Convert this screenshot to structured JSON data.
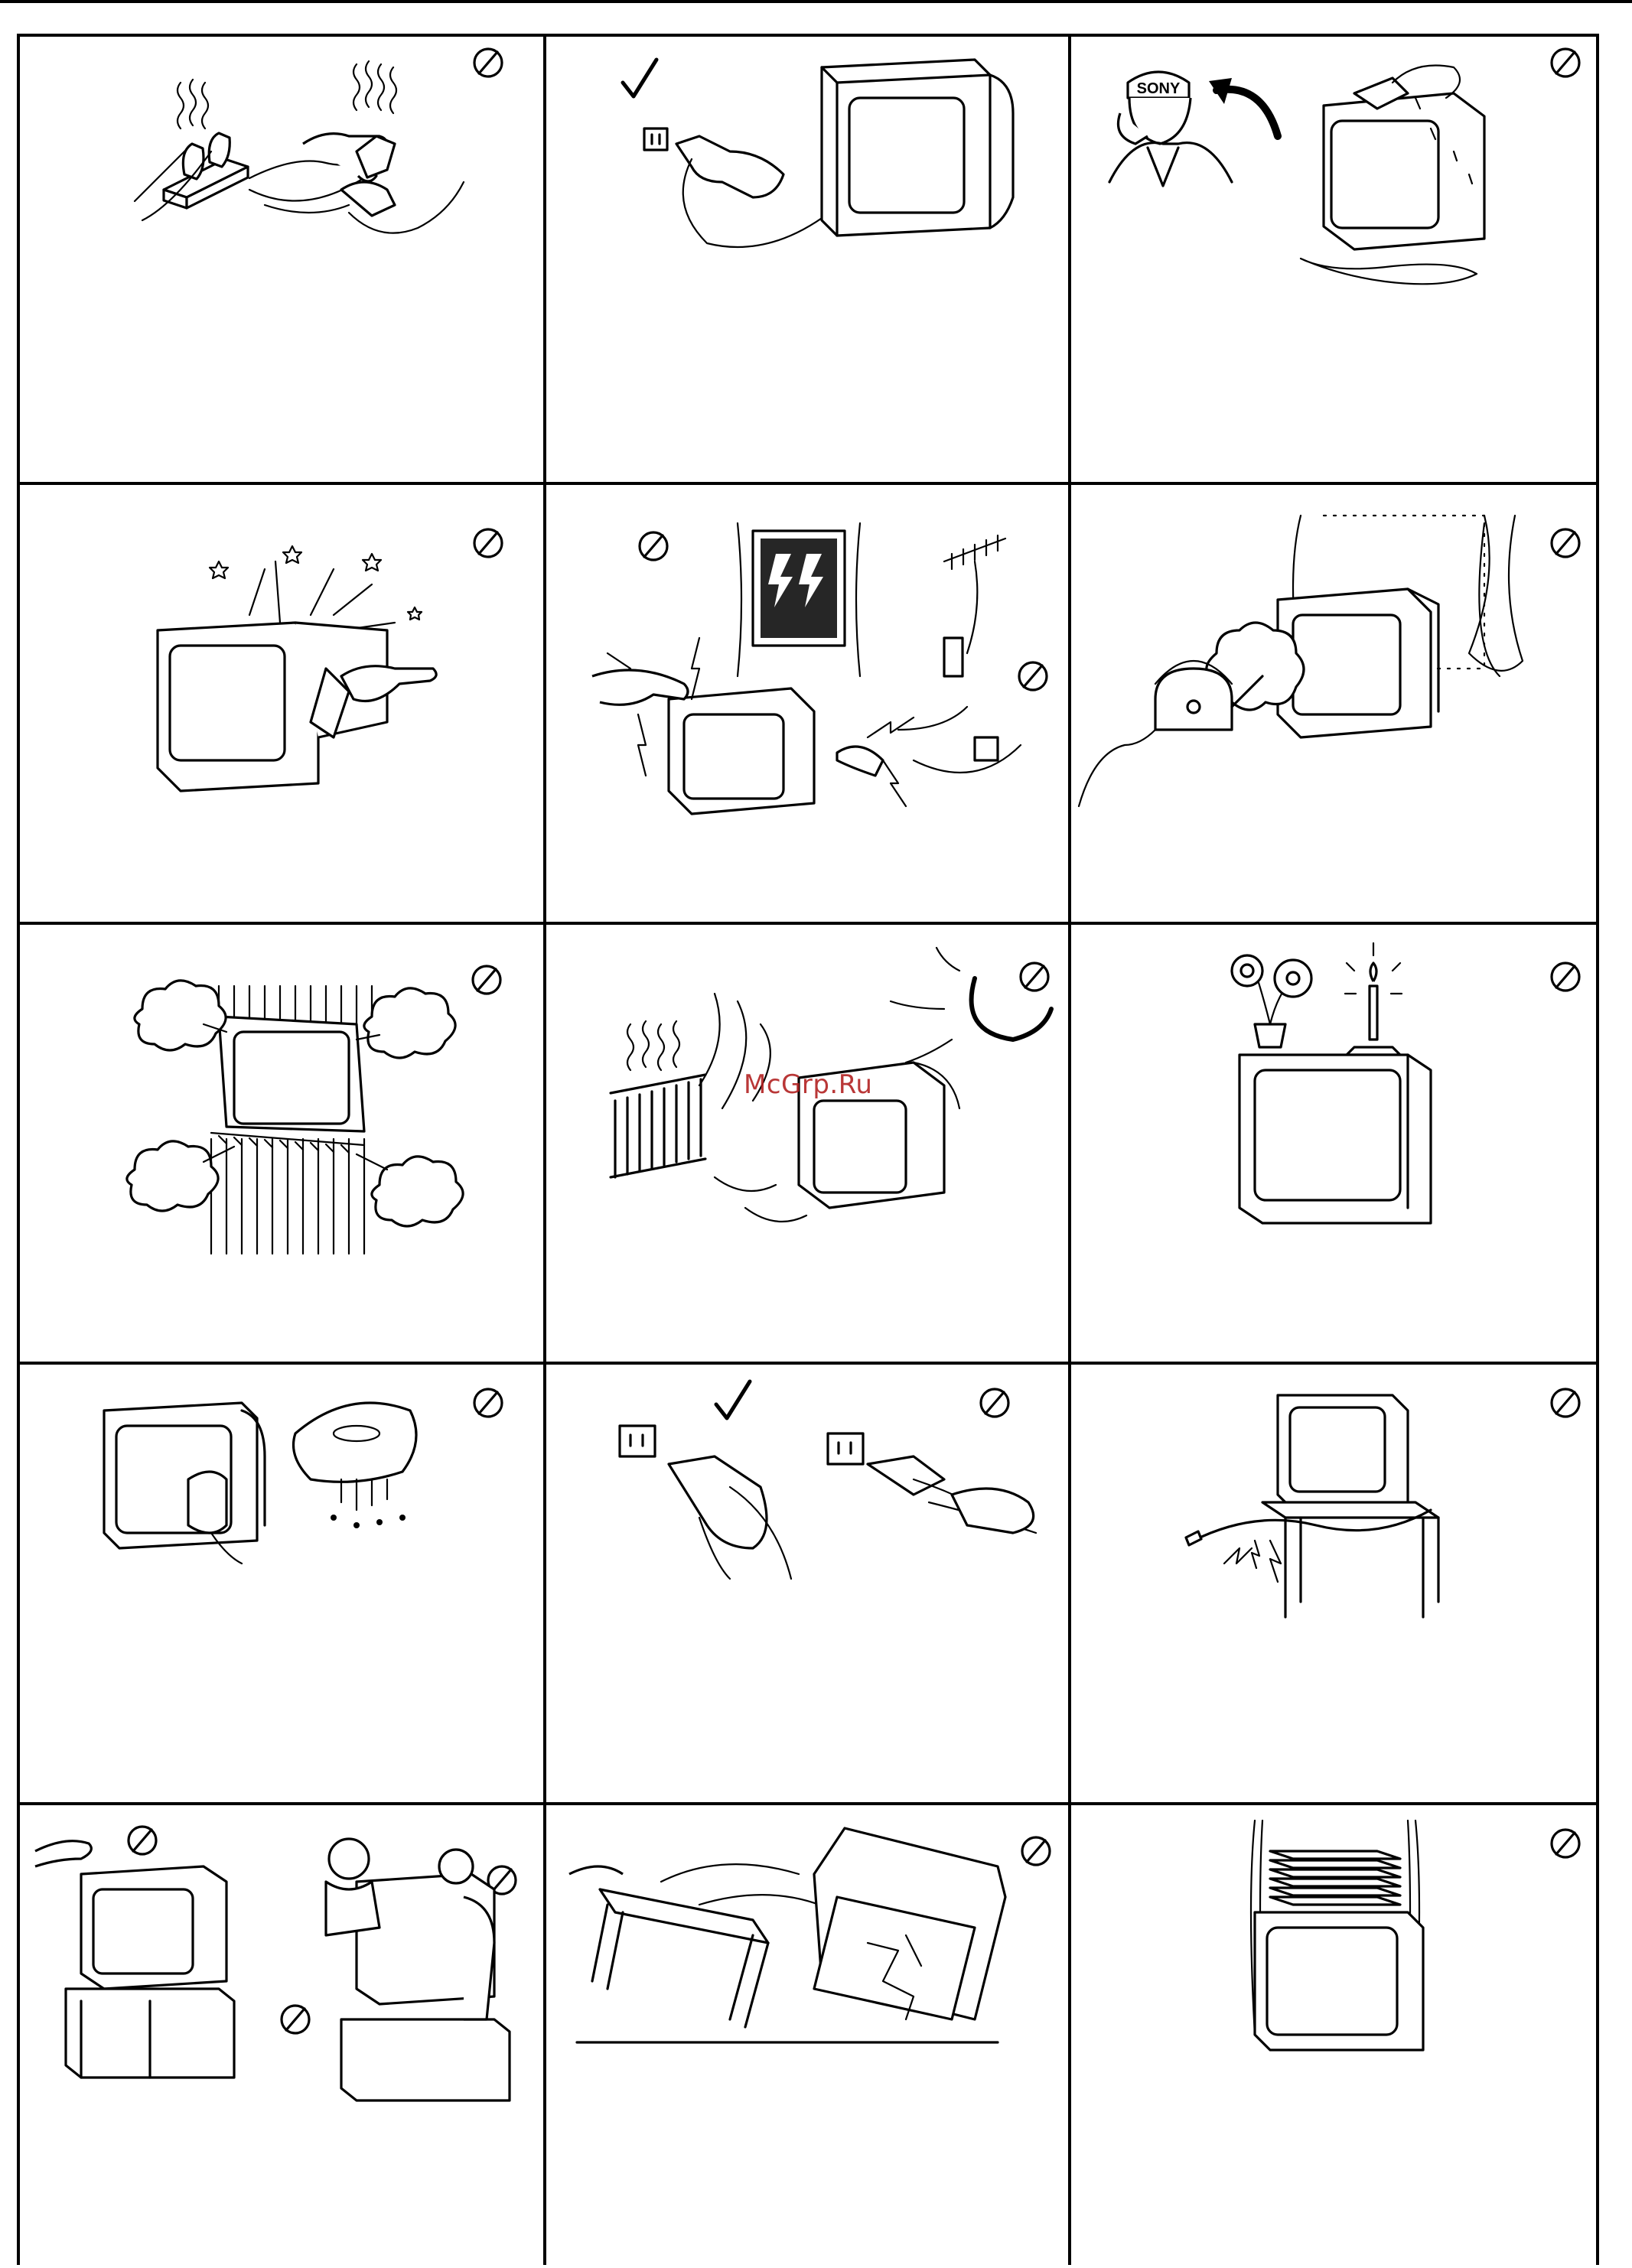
{
  "page": {
    "watermark": "McGrp.Ru"
  },
  "cells": [
    {
      "id": "1",
      "symbol": "prohibited-icon",
      "illustration": "overloaded-power-strip"
    },
    {
      "id": "2",
      "symbol": "check-icon",
      "illustration": "unplug-by-plug"
    },
    {
      "id": "3",
      "symbol": "prohibited-icon",
      "illustration": "call-service-after-spill"
    },
    {
      "id": "4",
      "symbol": "prohibited-icon",
      "illustration": "objects-into-vents"
    },
    {
      "id": "5",
      "symbol": "prohibited-icon",
      "illustration": "lightning-do-not-touch"
    },
    {
      "id": "6",
      "symbol": "prohibited-icon",
      "illustration": "moisture-steam"
    },
    {
      "id": "7",
      "symbol": "prohibited-icon",
      "illustration": "blocked-ventilation"
    },
    {
      "id": "8",
      "symbol": "prohibited-icon",
      "illustration": "heat-and-sun"
    },
    {
      "id": "9",
      "symbol": "prohibited-icon",
      "illustration": "flower-vase-candle"
    },
    {
      "id": "10",
      "symbol": "prohibited-icon",
      "illustration": "wet-cloth-cleaning"
    },
    {
      "id": "11",
      "symbol": "check-icon",
      "illustration": "plug-handling"
    },
    {
      "id": "12",
      "symbol": "prohibited-icon",
      "illustration": "damaged-cord"
    },
    {
      "id": "13",
      "symbol": "prohibited-icon",
      "illustration": "children-climbing"
    },
    {
      "id": "14",
      "symbol": "prohibited-icon",
      "illustration": "unstable-stand-fall"
    },
    {
      "id": "15",
      "symbol": "prohibited-icon",
      "illustration": "covered-by-curtains"
    }
  ],
  "labels": {
    "cap_brand": "SONY"
  }
}
